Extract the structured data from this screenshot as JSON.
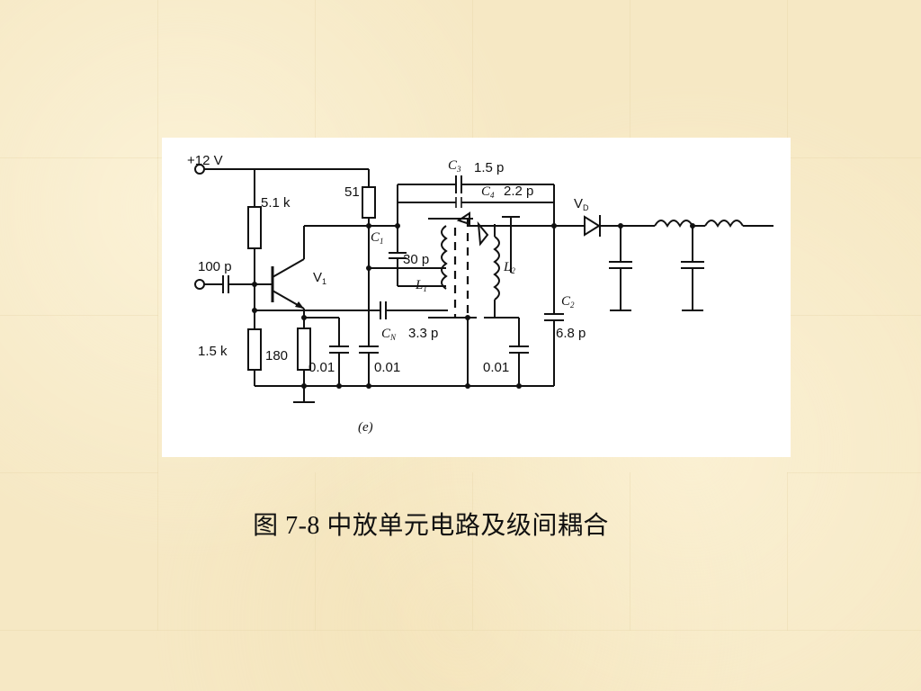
{
  "diagram": {
    "supply": "+12 V",
    "r_bias_top": "5.1 k",
    "r_bias_bottom": "1.5 k",
    "r_emitter": "180",
    "r_collector": "51",
    "c_input": "100 p",
    "transistor": "V",
    "transistor_sub": "1",
    "c1": "C",
    "c1_sub": "1",
    "c1_value": "30 p",
    "l1": "L",
    "l1_sub": "1",
    "l2": "L",
    "l2_sub": "2",
    "c3": "C",
    "c3_sub": "3",
    "c3_value": "1.5 p",
    "c4": "C",
    "c4_sub": "4",
    "c4_value": "2.2 p",
    "cn": "C",
    "cn_sub": "N",
    "cn_value": "3.3 p",
    "c2": "C",
    "c2_sub": "2",
    "c2_value": "6.8 p",
    "diode": "V",
    "diode_sub": "D",
    "bypass_emitter": "0.01",
    "bypass_collector": "0.01",
    "bypass_l2": "0.01",
    "figure_label": "(e)"
  },
  "caption": "图 7-8 中放单元电路及级间耦合"
}
